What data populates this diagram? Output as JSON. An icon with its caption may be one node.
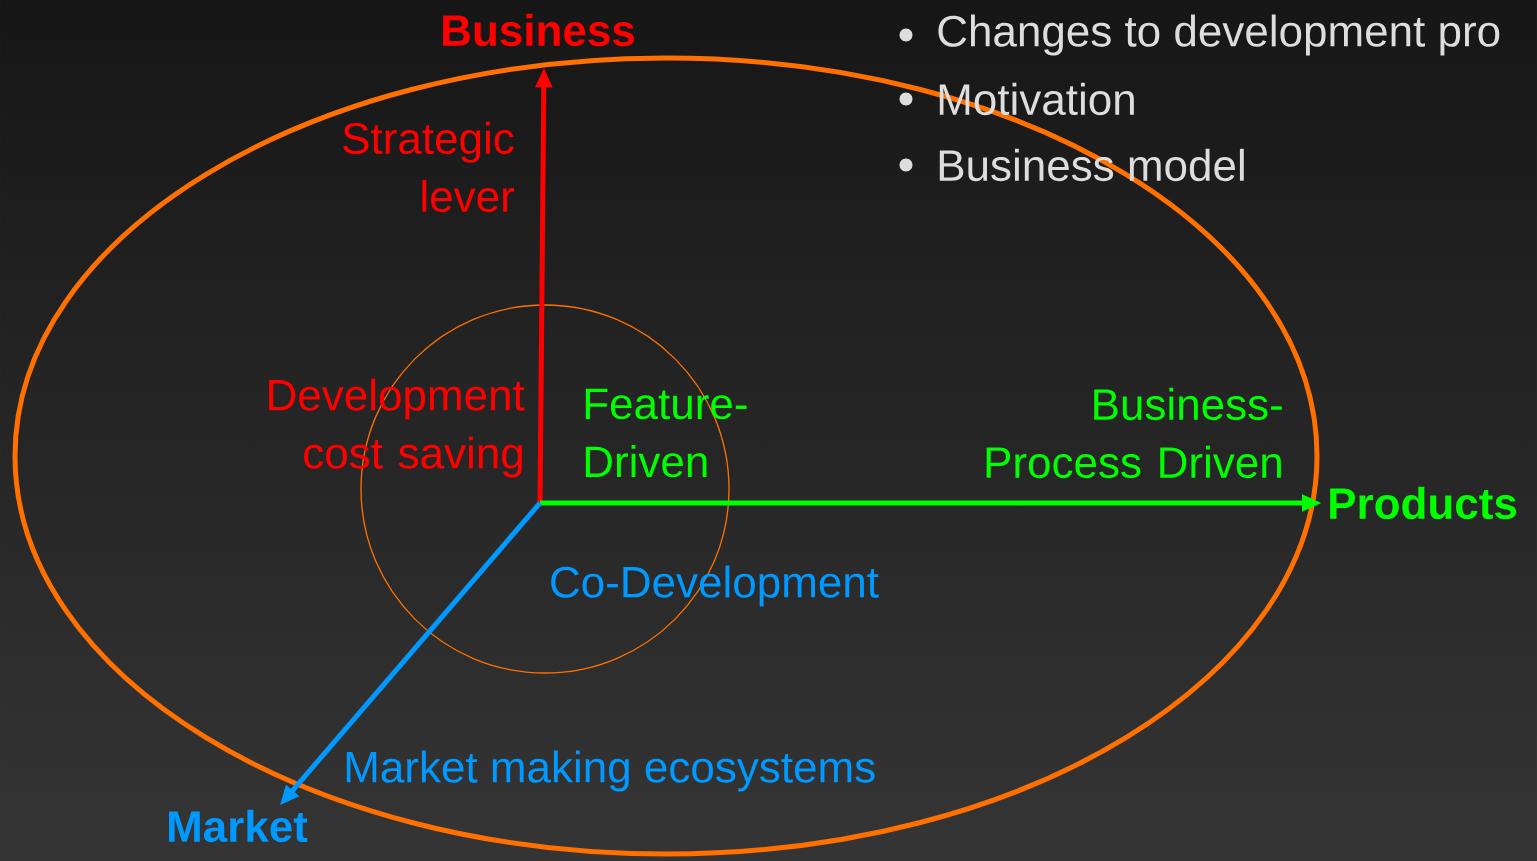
{
  "diagram": {
    "nodes": [
      {
        "text": [
          "Business"
        ]
      },
      {
        "text": [
          "Products"
        ]
      },
      {
        "text": [
          "Market"
        ]
      }
    ],
    "edges": [
      {
        "from": null,
        "to": 0,
        "arrow": "to",
        "color": "#ff0000"
      },
      {
        "from": null,
        "to": 1,
        "arrow": "to",
        "color": "#00ff00"
      },
      {
        "from": null,
        "to": 2,
        "arrow": "to",
        "color": "#0099ff"
      }
    ],
    "labels": [
      "Changes to development pro",
      "Motivation",
      "Business model",
      "Strategic lever",
      "Development cost saving",
      "Feature-Driven",
      "Business-Process Driven",
      "Co-Development",
      "Market making ecosystems"
    ]
  }
}
